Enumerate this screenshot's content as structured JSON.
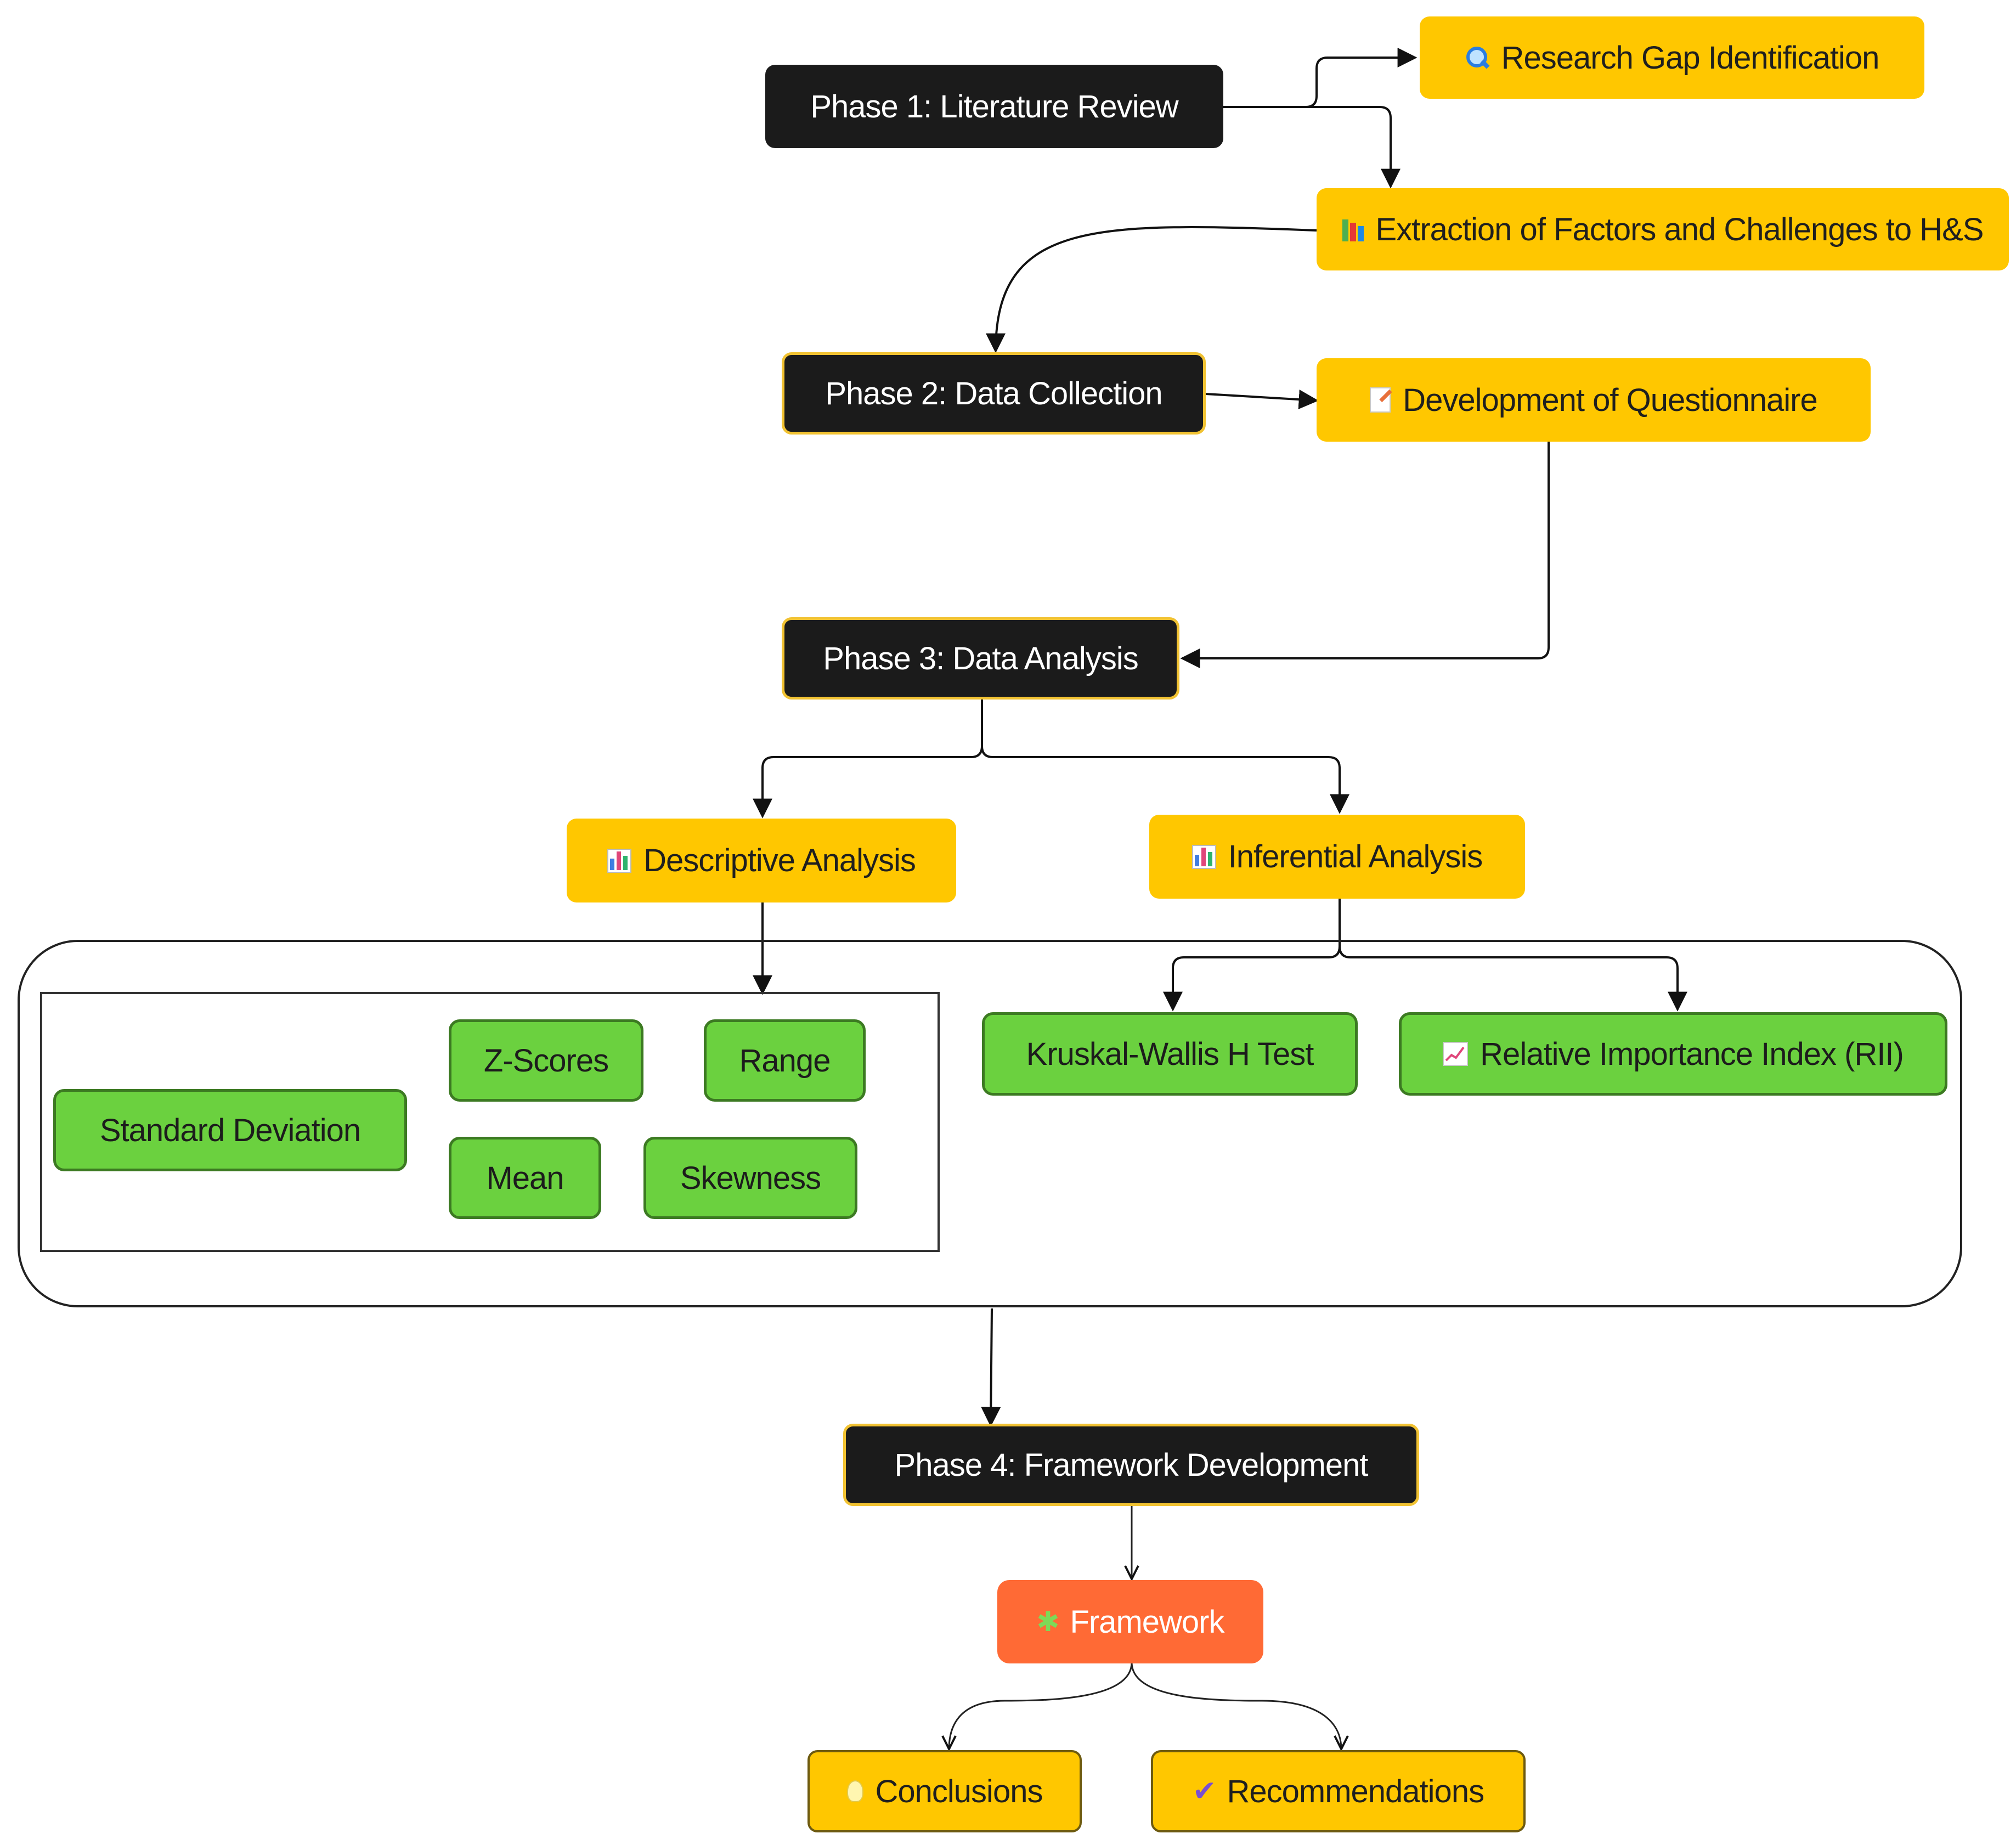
{
  "nodes": {
    "phase1": "Phase 1: Literature Review",
    "research_gap": "Research Gap Identification",
    "extraction": "Extraction of Factors and Challenges to H&S",
    "phase2": "Phase 2: Data Collection",
    "questionnaire": "Development of Questionnaire",
    "phase3": "Phase 3: Data Analysis",
    "descriptive": "Descriptive Analysis",
    "inferential": "Inferential Analysis",
    "standard_deviation": "Standard Deviation",
    "z_scores": "Z-Scores",
    "range": "Range",
    "mean": "Mean",
    "skewness": "Skewness",
    "kruskal": "Kruskal-Wallis H Test",
    "rii": "Relative Importance Index (RII)",
    "phase4": "Phase 4: Framework Development",
    "framework": "Framework",
    "conclusions": "Conclusions",
    "recommendations": "Recommendations"
  },
  "icons": {
    "research_gap": "magnifier-icon",
    "extraction": "books-icon",
    "questionnaire": "memo-icon",
    "descriptive": "bar-chart-icon",
    "inferential": "bar-chart-icon",
    "rii": "trend-chart-icon",
    "framework": "puzzle-icon",
    "conclusions": "light-bulb-icon",
    "recommendations": "check-mark-icon"
  },
  "colors": {
    "phase": "#1b1b1b",
    "process": "#ffc700",
    "method": "#6bd13f",
    "outcome": "#ff6a35"
  }
}
